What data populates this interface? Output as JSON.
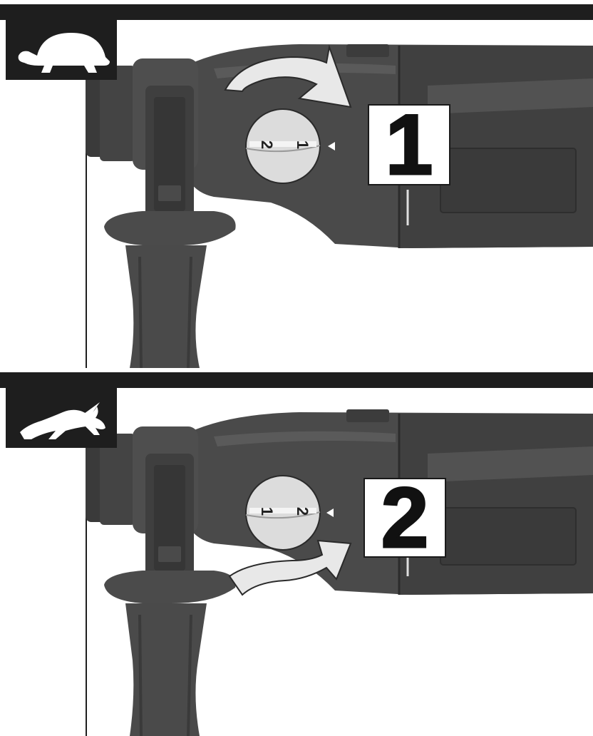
{
  "panels": [
    {
      "speed_icon": "turtle-icon",
      "dial_label_left": "2",
      "dial_label_right": "1",
      "step_number": "1",
      "arrow_direction": "clockwise-over-top"
    },
    {
      "speed_icon": "rabbit-icon",
      "dial_label_left": "1",
      "dial_label_right": "2",
      "step_number": "2",
      "arrow_direction": "counter-clockwise-under-bottom"
    }
  ],
  "colors": {
    "band": "#1e1e1e",
    "tool_body": "#4a4a4a",
    "tool_dark": "#383838",
    "tool_light": "#5e5e5e",
    "arrow_fill": "#e8e8e8",
    "background": "#ffffff"
  }
}
